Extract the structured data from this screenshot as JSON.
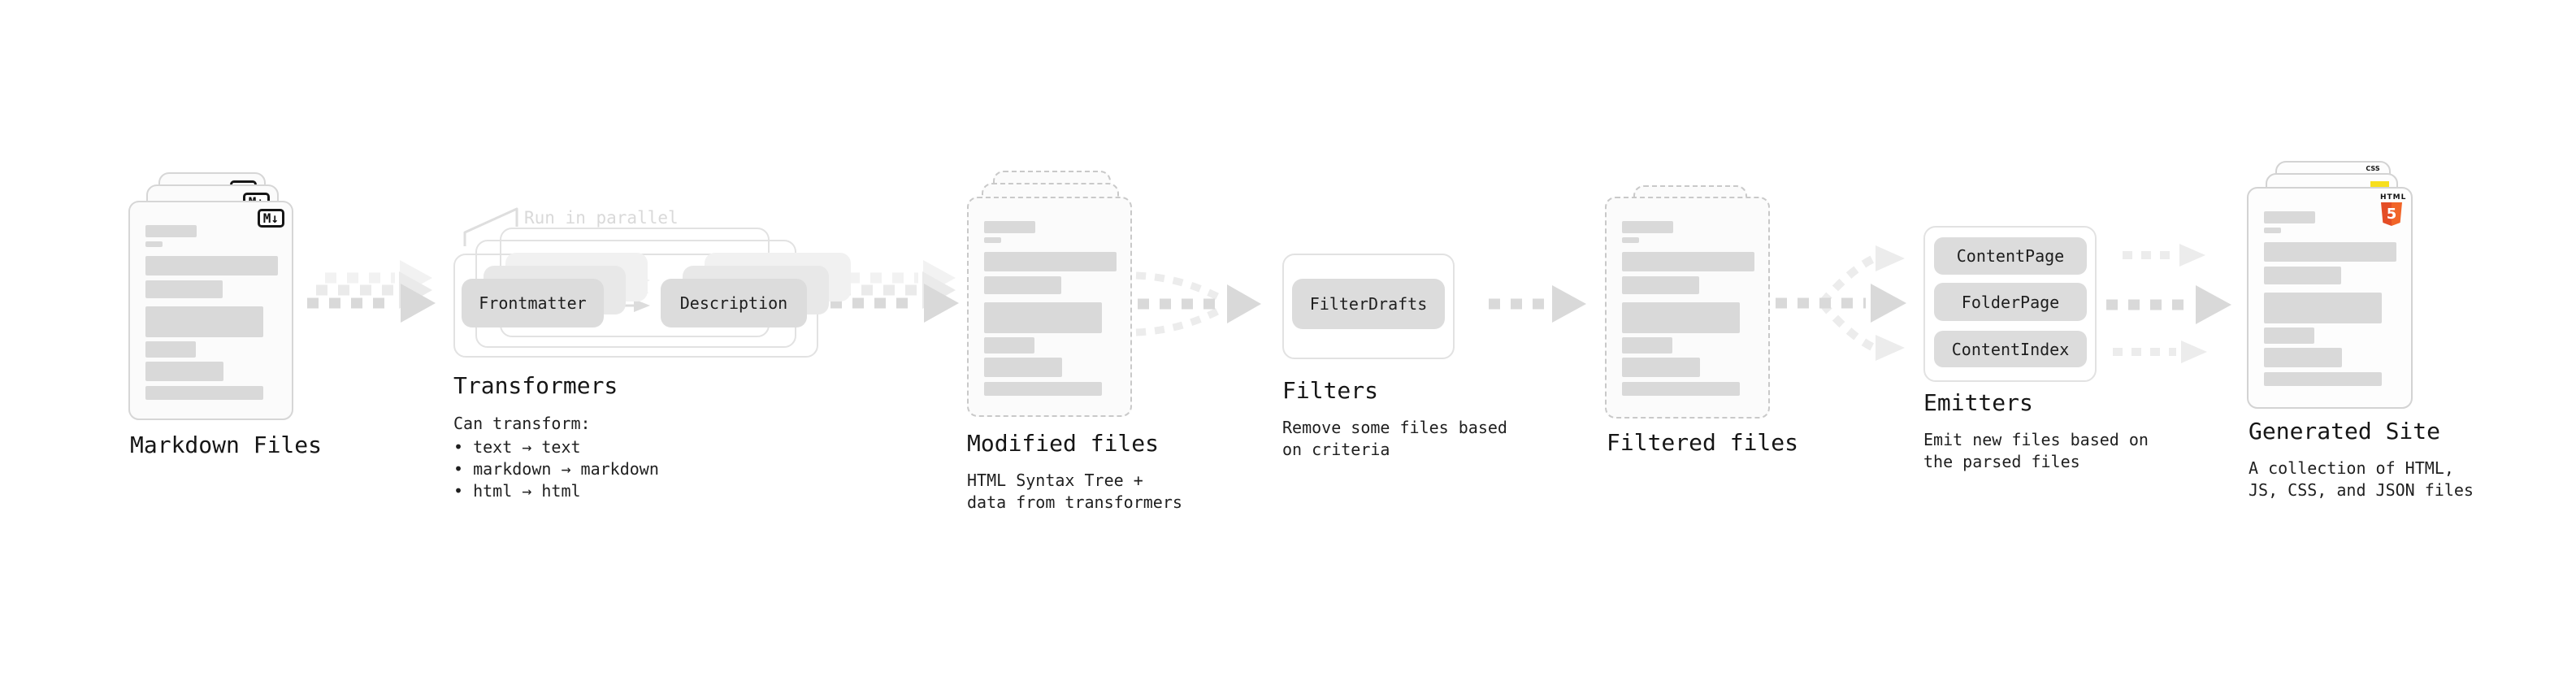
{
  "nodes": {
    "markdown_files": {
      "label": "Markdown Files",
      "badge": "M↓"
    },
    "transformers": {
      "label": "Transformers",
      "callout": "Run in parallel",
      "plugin_a": "Frontmatter",
      "plugin_b": "Description",
      "desc_title": "Can transform:",
      "bullets": [
        "• text → text",
        "• markdown → markdown",
        "• html → html"
      ]
    },
    "modified_files": {
      "label": "Modified files",
      "sublabel": "HTML Syntax Tree +\ndata from transformers"
    },
    "filters": {
      "label": "Filters",
      "plugin": "FilterDrafts",
      "sublabel": "Remove some files based\non criteria"
    },
    "filtered_files": {
      "label": "Filtered files"
    },
    "emitters": {
      "label": "Emitters",
      "plugins": [
        "ContentPage",
        "FolderPage",
        "ContentIndex"
      ],
      "sublabel": "Emit new files based on\nthe parsed files"
    },
    "generated_site": {
      "label": "Generated Site",
      "sublabel": "A collection of HTML,\nJS, CSS, and JSON files",
      "badge_html_label": "HTML",
      "badge_html_number": "5",
      "badge_css": "CSS"
    }
  },
  "colors": {
    "arrow_gray": "#d9d9d9",
    "arrow_ghost": "#ececec",
    "html5_orange": "#e44d26",
    "html5_orange_light": "#f16529",
    "js_yellow": "#f7df1e",
    "css_blue": "#2965f1"
  },
  "file_card_bars": [
    [
      63,
      15,
      28
    ],
    [
      21,
      7,
      48
    ],
    [
      163,
      24,
      66
    ],
    [
      95,
      22,
      96
    ],
    [
      145,
      38,
      128
    ],
    [
      62,
      20,
      171
    ],
    [
      96,
      24,
      196
    ],
    [
      145,
      17,
      226
    ]
  ]
}
